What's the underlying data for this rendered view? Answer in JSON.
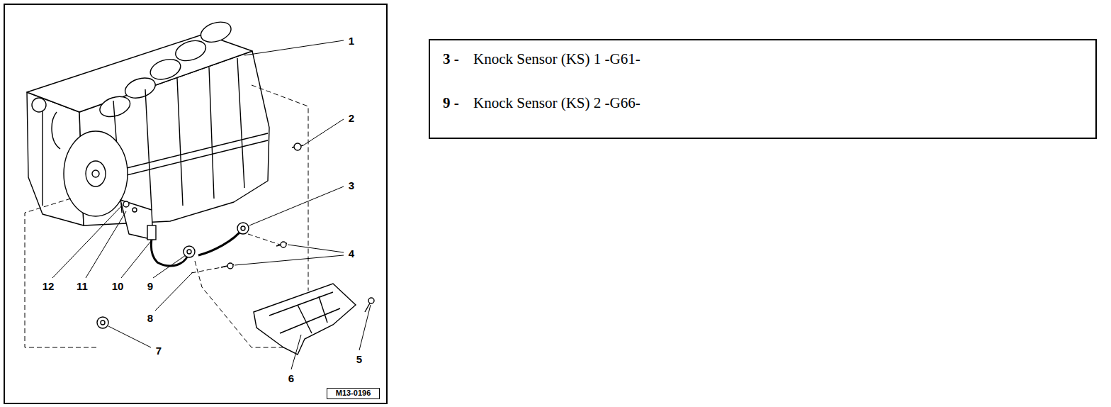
{
  "diagram": {
    "nodes": [
      {
        "text": [
          "3 -",
          "Knock Sensor (KS) 1 -G61-",
          "9 -",
          "Knock Sensor (KS) 2 -G66-"
        ]
      },
      {
        "text": [
          "M13-0196"
        ]
      }
    ],
    "labels": [
      "1",
      "2",
      "3",
      "4",
      "5",
      "6",
      "7",
      "8",
      "9",
      "10",
      "11",
      "12"
    ]
  }
}
